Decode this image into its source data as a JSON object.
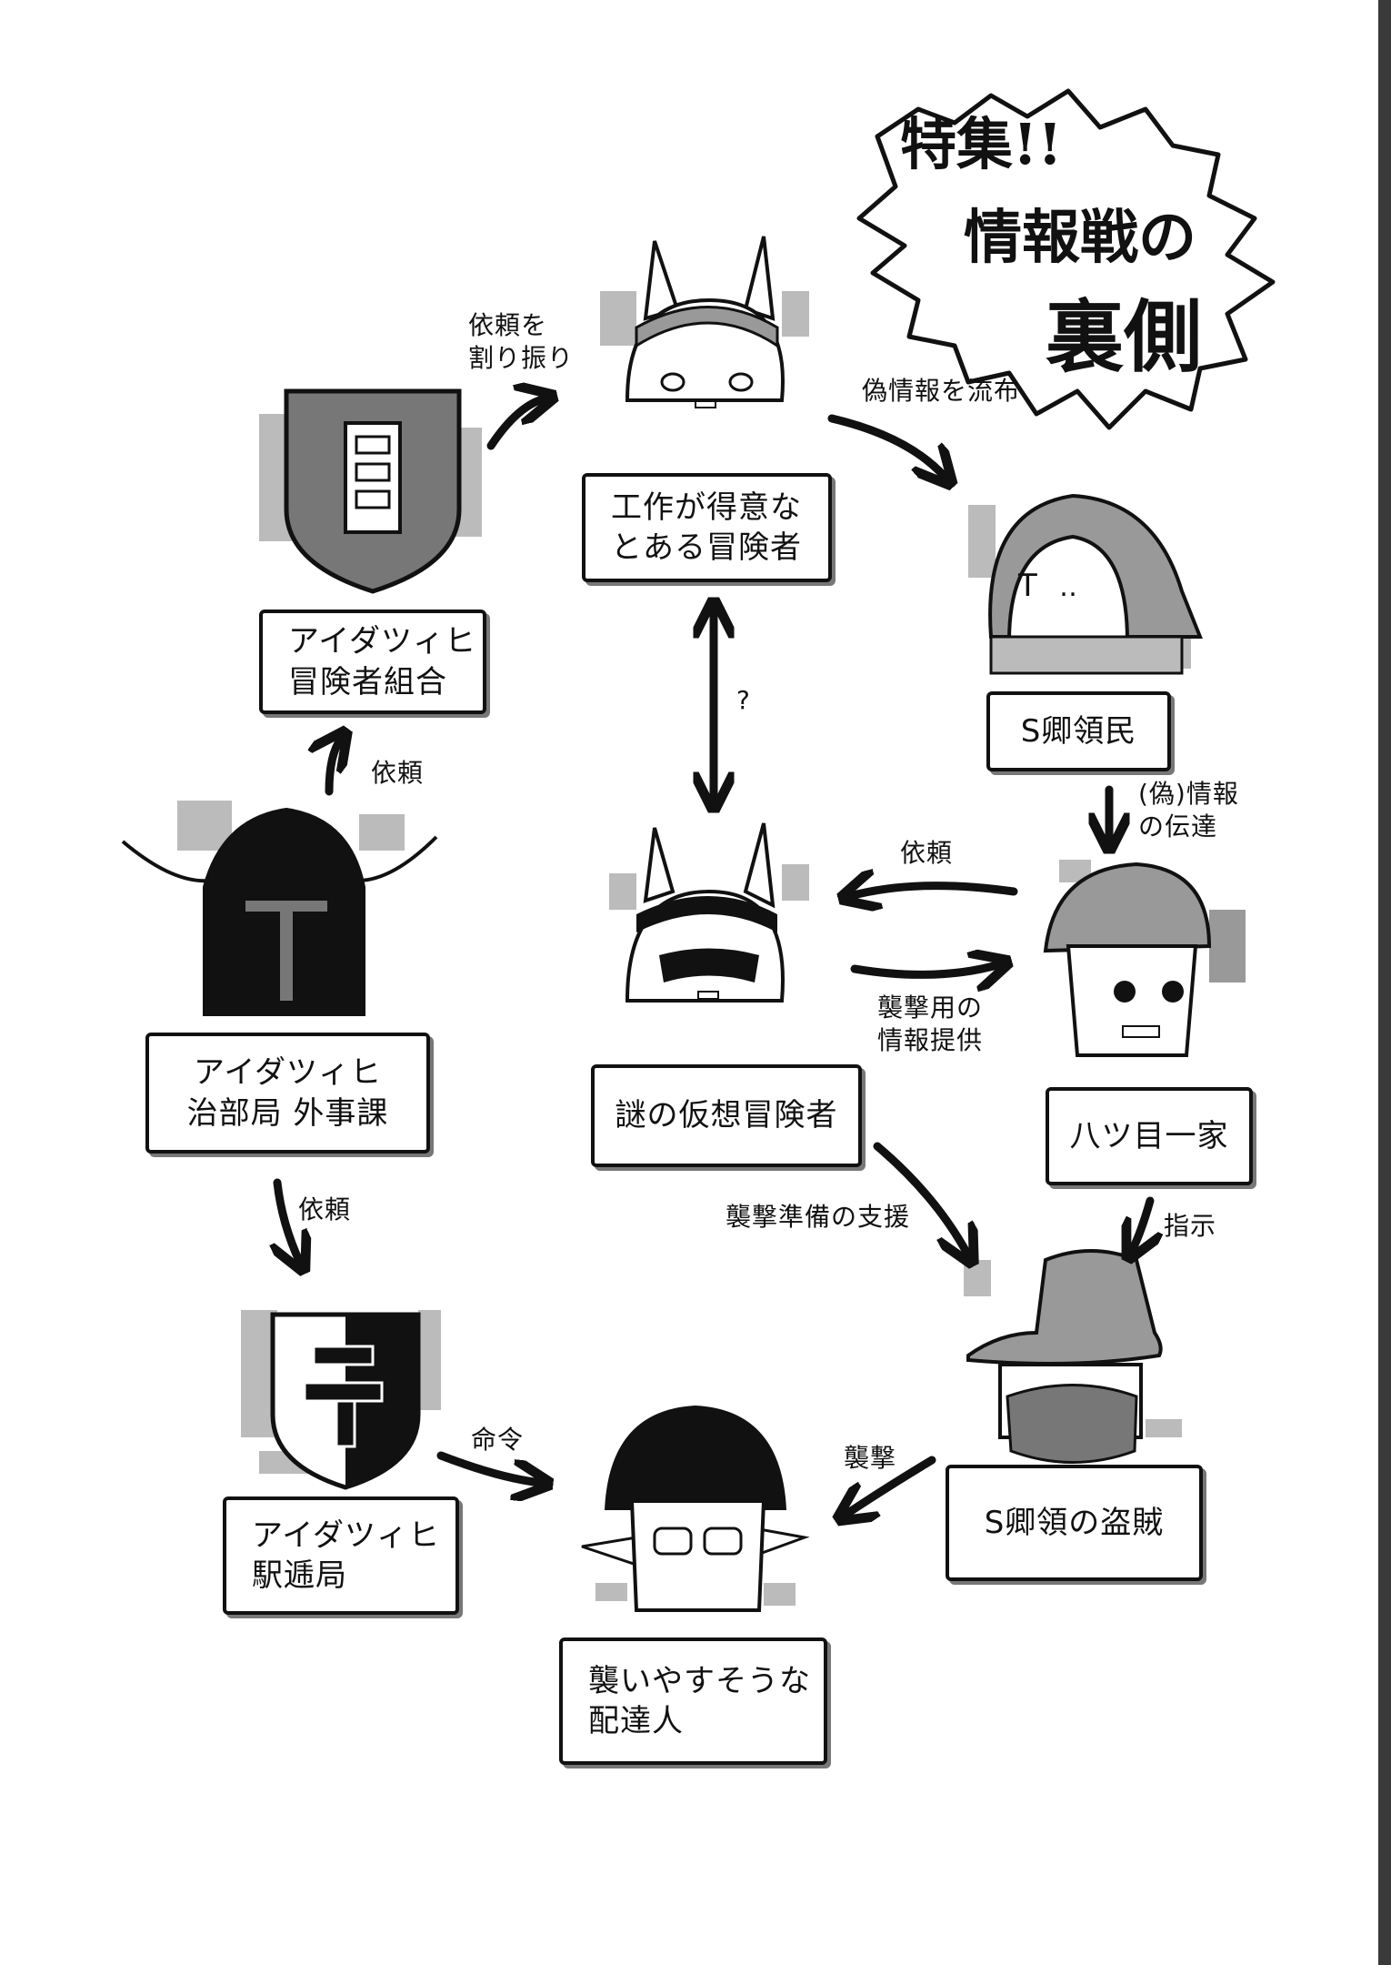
{
  "title": {
    "line1": "特集!!",
    "line2": "情報戦の",
    "line3": "裏側"
  },
  "nodes": {
    "n_operative": "工作が得意な\nとある冒険者",
    "n_guild": "アイダツィヒ\n冒険者組合",
    "n_residents": "S卿領民",
    "n_foreign": "アイダツィヒ\n治部局 外事課",
    "n_mystery": "謎の仮想冒険者",
    "n_yatsume": "八ツ目一家",
    "n_post": "アイダツィヒ\n駅逓局",
    "n_thief": "S卿領の盗賊",
    "n_courier": "襲いやすそうな\n配達人"
  },
  "edges": {
    "e_assign": "依頼を\n割り振り",
    "e_misinfo": "偽情報を流布",
    "e_question": "?",
    "e_pass": "(偽)情報\nの伝達",
    "e_req_mystery": "依頼",
    "e_info_attack": "襲撃用の\n情報提供",
    "e_req_guild": "依頼",
    "e_req_post": "依頼",
    "e_support": "襲撃準備の支援",
    "e_instruct": "指示",
    "e_order": "命令",
    "e_attack": "襲撃"
  }
}
